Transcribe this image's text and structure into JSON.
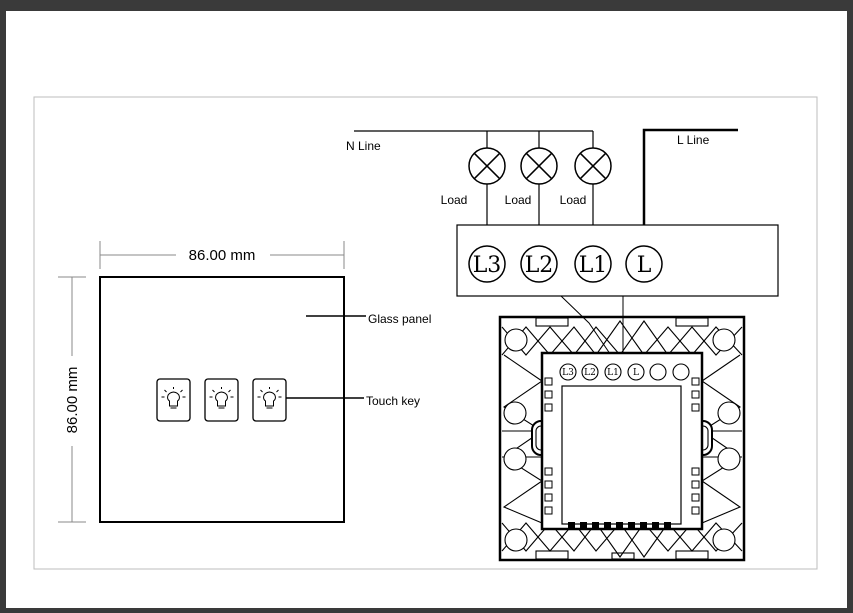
{
  "page_bg": "#3a3a3a",
  "dimensions": {
    "width": "86.00 mm",
    "height": "86.00 mm"
  },
  "panel": {
    "glass_label": "Glass panel",
    "touch_label": "Touch key",
    "key_count": 3
  },
  "wiring": {
    "n_line": "N  Line",
    "l_line": "L  Line",
    "loads": [
      "Load",
      "Load",
      "Load"
    ],
    "terminals": [
      "L3",
      "L2",
      "L1",
      "L"
    ]
  },
  "module_terminals": [
    "L3",
    "L2",
    "L1",
    "L"
  ]
}
